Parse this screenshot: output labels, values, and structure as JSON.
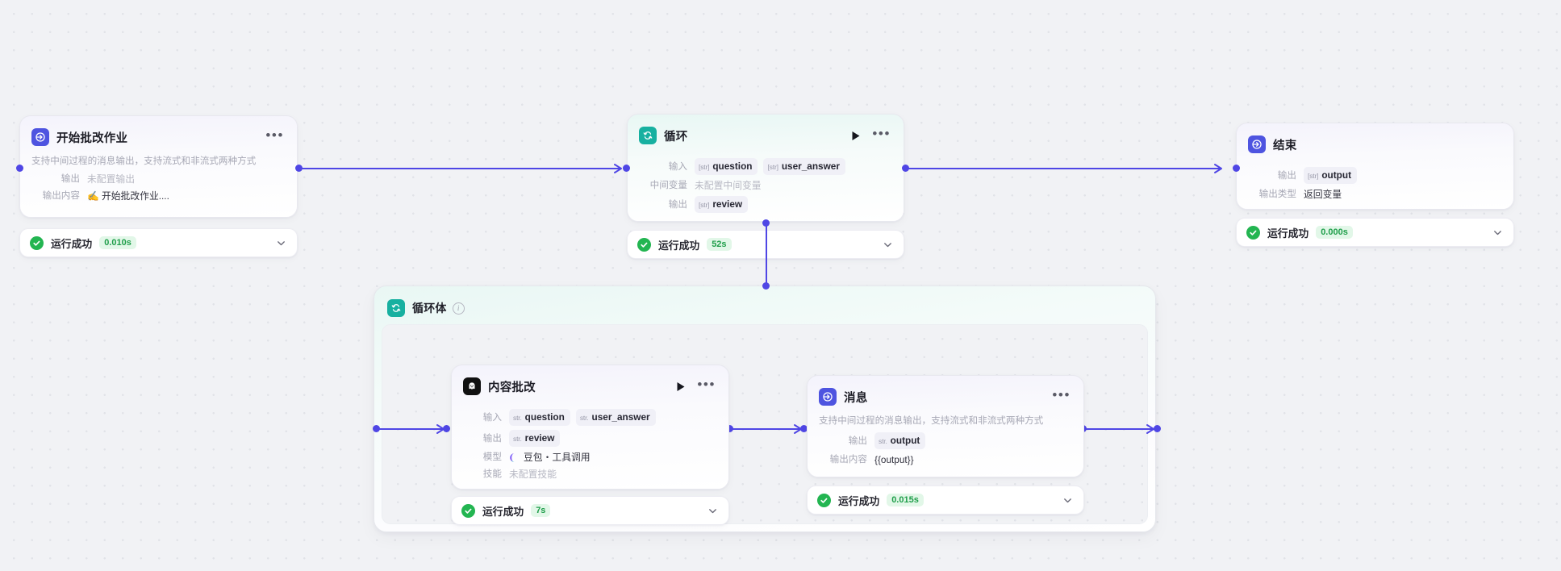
{
  "canvas": {
    "background_color": "#f1f2f5",
    "dot_color": "#e1e3e8",
    "edge_color": "#4f46e5"
  },
  "nodes": {
    "start": {
      "title": "开始批改作业",
      "icon": "start-arrow-icon",
      "icon_color": "#4e54e0",
      "description": "支持中间过程的消息输出，支持流式和非流式两种方式",
      "rows": [
        {
          "key": "输出",
          "value": "未配置输出",
          "muted": true
        },
        {
          "key": "输出内容",
          "value": "✍️ 开始批改作业....",
          "muted": false
        }
      ],
      "status": {
        "label": "运行成功",
        "time": "0.010s",
        "icon": "success-check-icon"
      }
    },
    "loop": {
      "title": "循环",
      "icon": "loop-icon",
      "icon_color": "#17b0a0",
      "rows": [
        {
          "key": "输入",
          "chips": [
            {
              "tag": "[str]",
              "name": "question"
            },
            {
              "tag": "[str]",
              "name": "user_answer"
            }
          ]
        },
        {
          "key": "中间变量",
          "value": "未配置中间变量",
          "muted": true
        },
        {
          "key": "输出",
          "chips": [
            {
              "tag": "[str]",
              "name": "review"
            }
          ]
        }
      ],
      "run_button": "run-icon",
      "more_button": "more-options-icon",
      "status": {
        "label": "运行成功",
        "time": "52s",
        "icon": "success-check-icon"
      }
    },
    "end": {
      "title": "结束",
      "icon": "end-arrow-icon",
      "icon_color": "#4e54e0",
      "rows": [
        {
          "key": "输出",
          "chips": [
            {
              "tag": "[str]",
              "name": "output"
            }
          ]
        },
        {
          "key": "输出类型",
          "value": "返回变量",
          "muted": false
        }
      ],
      "status": {
        "label": "运行成功",
        "time": "0.000s",
        "icon": "success-check-icon"
      }
    },
    "content_review": {
      "title": "内容批改",
      "icon": "ai-agent-icon",
      "icon_color": "#111111",
      "rows": [
        {
          "key": "输入",
          "chips": [
            {
              "tag": "str.",
              "name": "question"
            },
            {
              "tag": "str.",
              "name": "user_answer"
            }
          ]
        },
        {
          "key": "输出",
          "chips": [
            {
              "tag": "str.",
              "name": "review"
            }
          ]
        },
        {
          "key": "模型",
          "value": "豆包・工具调用",
          "model_icon": "doubao-model-icon",
          "muted": false
        },
        {
          "key": "技能",
          "value": "未配置技能",
          "muted": true
        }
      ],
      "run_button": "run-icon",
      "more_button": "more-options-icon",
      "status": {
        "label": "运行成功",
        "time": "7s",
        "icon": "success-check-icon"
      }
    },
    "message": {
      "title": "消息",
      "icon": "message-arrow-icon",
      "icon_color": "#4e54e0",
      "description": "支持中间过程的消息输出，支持流式和非流式两种方式",
      "rows": [
        {
          "key": "输出",
          "chips": [
            {
              "tag": "str.",
              "name": "output"
            }
          ]
        },
        {
          "key": "输出内容",
          "value": "{{output}}",
          "muted": false
        }
      ],
      "more_button": "more-options-icon",
      "status": {
        "label": "运行成功",
        "time": "0.015s",
        "icon": "success-check-icon"
      }
    }
  },
  "loop_body": {
    "title": "循环体",
    "icon": "loop-icon",
    "icon_color": "#17b0a0",
    "info": "info-icon"
  }
}
